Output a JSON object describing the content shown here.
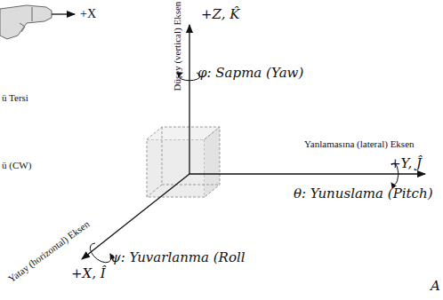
{
  "diagram": {
    "labels": [
      "+X",
      "ü Tersi",
      "ü (CW)",
      "Düşey (vertical) Eksen",
      "+Z, K̂",
      "φ: Sapma (Yaw)",
      "Yanlamasına (lateral) Eksen",
      "+Y, Ĵ",
      "θ: Yunuslama (Pitch)",
      "Yatay (horizontal) Eksen",
      "+X, Î",
      "ψ: Yuvarlanma (Roll",
      "A"
    ]
  }
}
